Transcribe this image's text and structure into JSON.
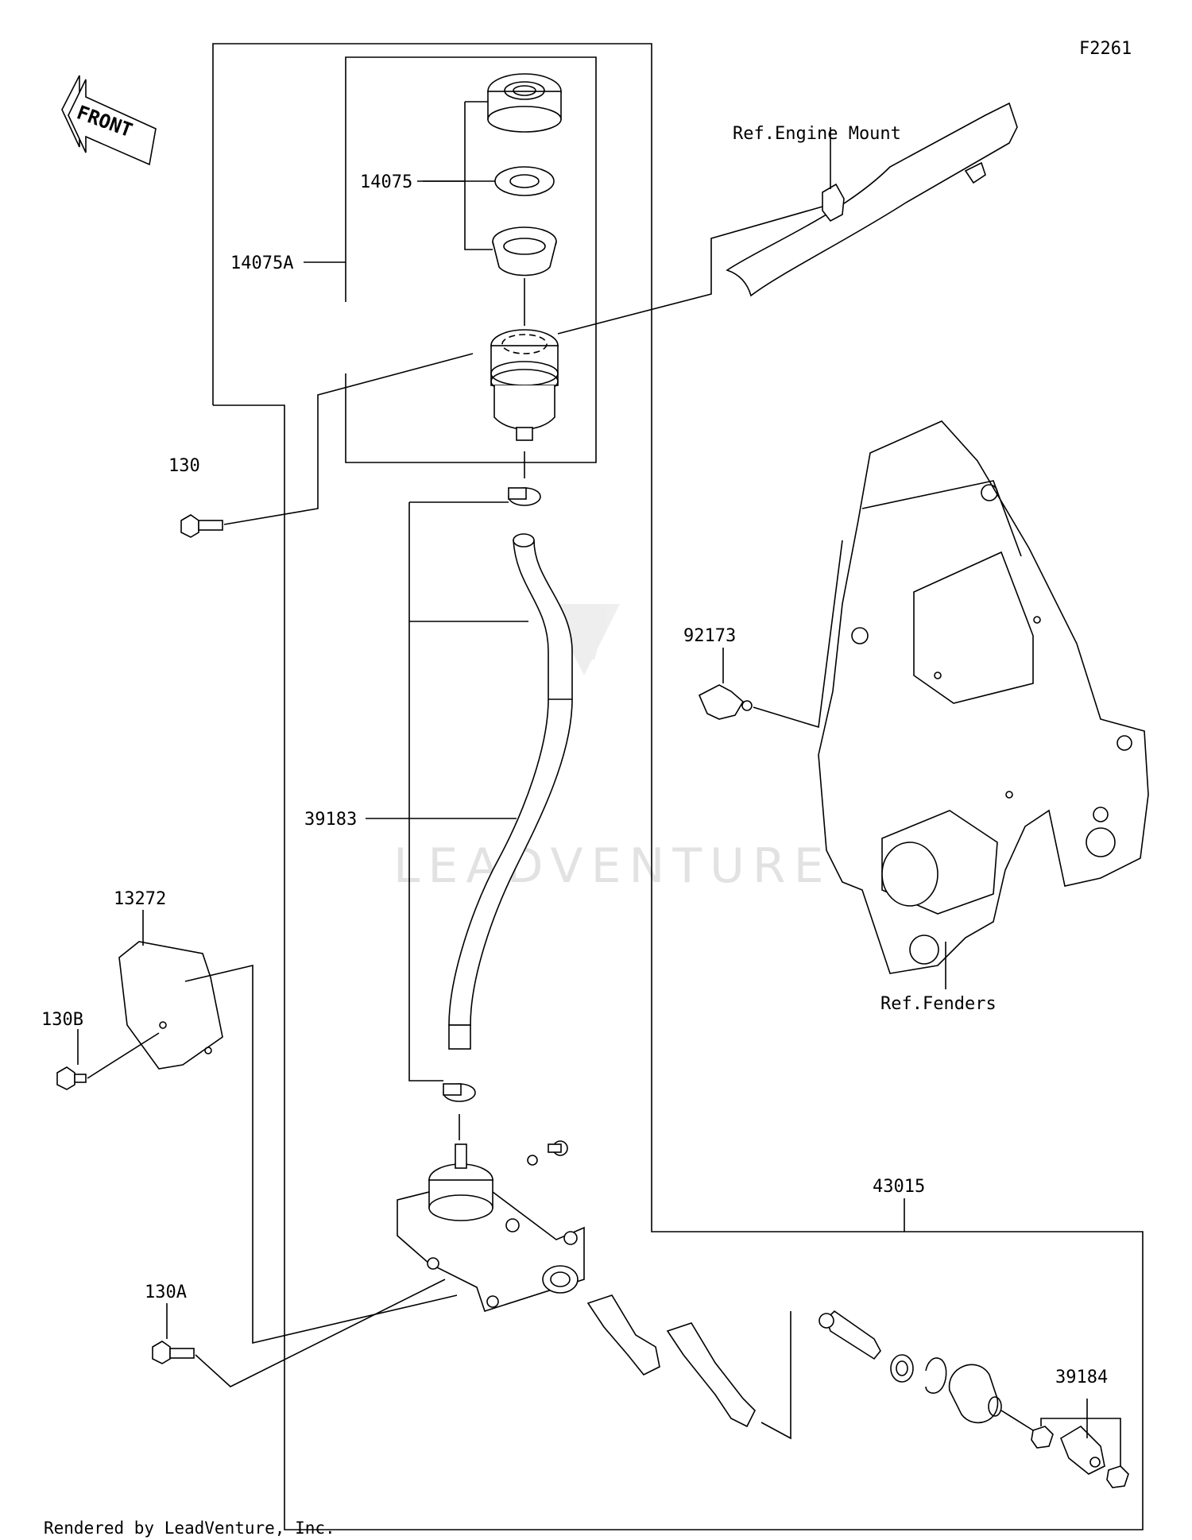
{
  "diagram_code": "F2261",
  "front_label": "FRONT",
  "callouts": [
    {
      "id": "14075",
      "text": "14075"
    },
    {
      "id": "14075A",
      "text": "14075A"
    },
    {
      "id": "130",
      "text": "130"
    },
    {
      "id": "39183",
      "text": "39183"
    },
    {
      "id": "13272",
      "text": "13272"
    },
    {
      "id": "130B",
      "text": "130B"
    },
    {
      "id": "130A",
      "text": "130A"
    },
    {
      "id": "92173",
      "text": "92173"
    },
    {
      "id": "43015",
      "text": "43015"
    },
    {
      "id": "39184",
      "text": "39184"
    }
  ],
  "references": {
    "engine_mount": "Ref.Engine Mount",
    "fenders": "Ref.Fenders"
  },
  "watermark": "LEADVENTURE",
  "footer": "Rendered by LeadVenture, Inc."
}
